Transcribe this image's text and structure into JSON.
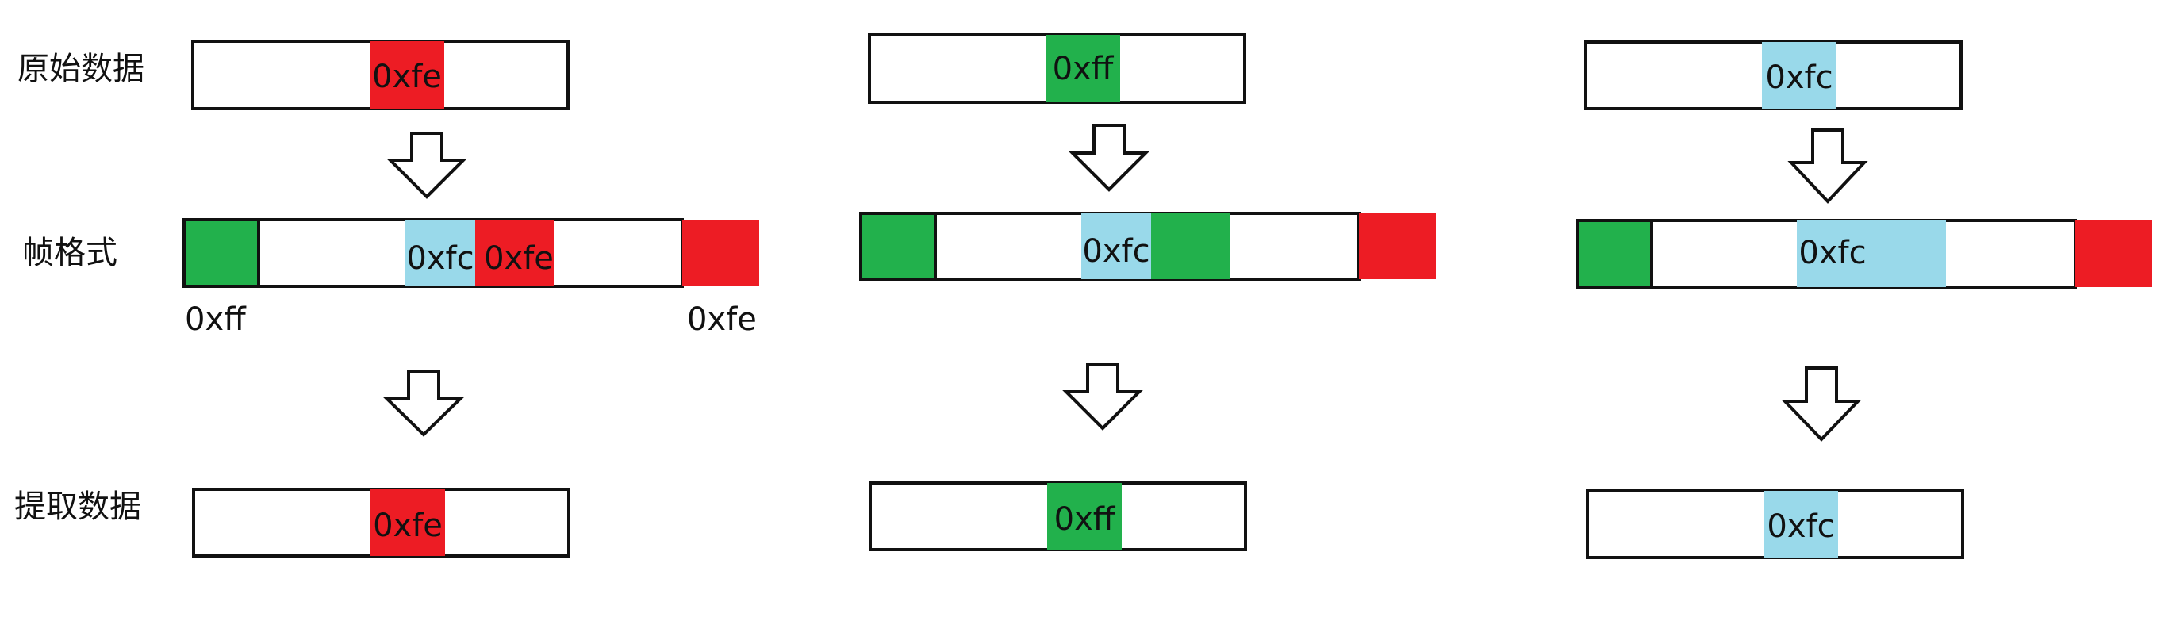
{
  "colors": {
    "green": "#22b14c",
    "red": "#ed1c24",
    "light_blue": "#99d9ea",
    "border": "#111111",
    "arrow_fill": "#ffffff"
  },
  "row_labels": {
    "original": "原始数据",
    "frame": "帧格式",
    "extract": "提取数据"
  },
  "frame_markers": {
    "head": "0xff",
    "tail": "0xfe"
  },
  "columns": [
    {
      "original": {
        "byte": "0xfe",
        "color": "red"
      },
      "frame": {
        "head_color": "green",
        "tail_color": "red",
        "inner": [
          {
            "byte": "0xfc",
            "color": "light_blue"
          },
          {
            "byte": "0xfe",
            "color": "red"
          }
        ]
      },
      "extract": {
        "byte": "0xfe",
        "color": "red"
      }
    },
    {
      "original": {
        "byte": "0xff",
        "color": "green"
      },
      "frame": {
        "head_color": "green",
        "tail_color": "red",
        "inner": [
          {
            "byte": "0xfc",
            "color": "light_blue"
          },
          {
            "byte": "",
            "color": "green"
          }
        ]
      },
      "extract": {
        "byte": "0xff",
        "color": "green"
      }
    },
    {
      "original": {
        "byte": "0xfc",
        "color": "light_blue"
      },
      "frame": {
        "head_color": "green",
        "tail_color": "red",
        "inner": [
          {
            "byte": "0xfc",
            "color": "light_blue"
          },
          {
            "byte": "",
            "color": "light_blue"
          }
        ]
      },
      "extract": {
        "byte": "0xfc",
        "color": "light_blue"
      }
    }
  ]
}
